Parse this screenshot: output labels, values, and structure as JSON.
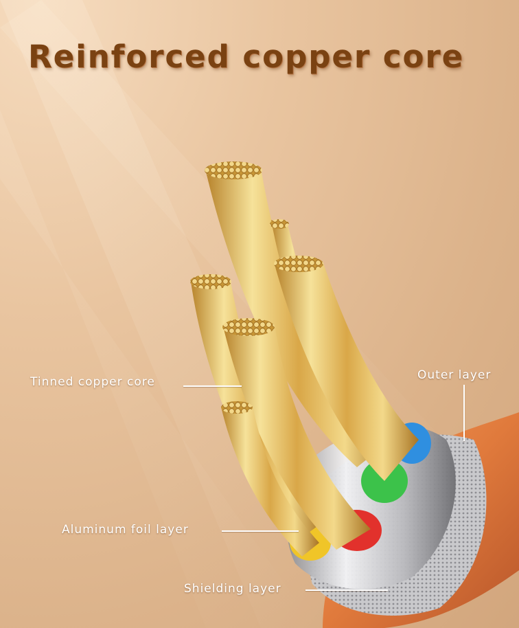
{
  "title": "Reinforced copper core",
  "callouts": {
    "tinned_core": "Tinned copper core",
    "outer_layer": "Outer layer",
    "aluminum_foil": "Aluminum foil layer",
    "shielding": "Shielding layer"
  },
  "colors": {
    "title": "#7a4212",
    "copper_light": "#f6e29a",
    "copper_dark": "#b7832c",
    "outer_jacket": "#e07a3c",
    "shield_metal": "#c9c9cc",
    "wire_red": "#e2312c",
    "wire_green": "#3cc24a",
    "wire_blue": "#2f8fe0",
    "wire_yellow": "#f0c528"
  }
}
